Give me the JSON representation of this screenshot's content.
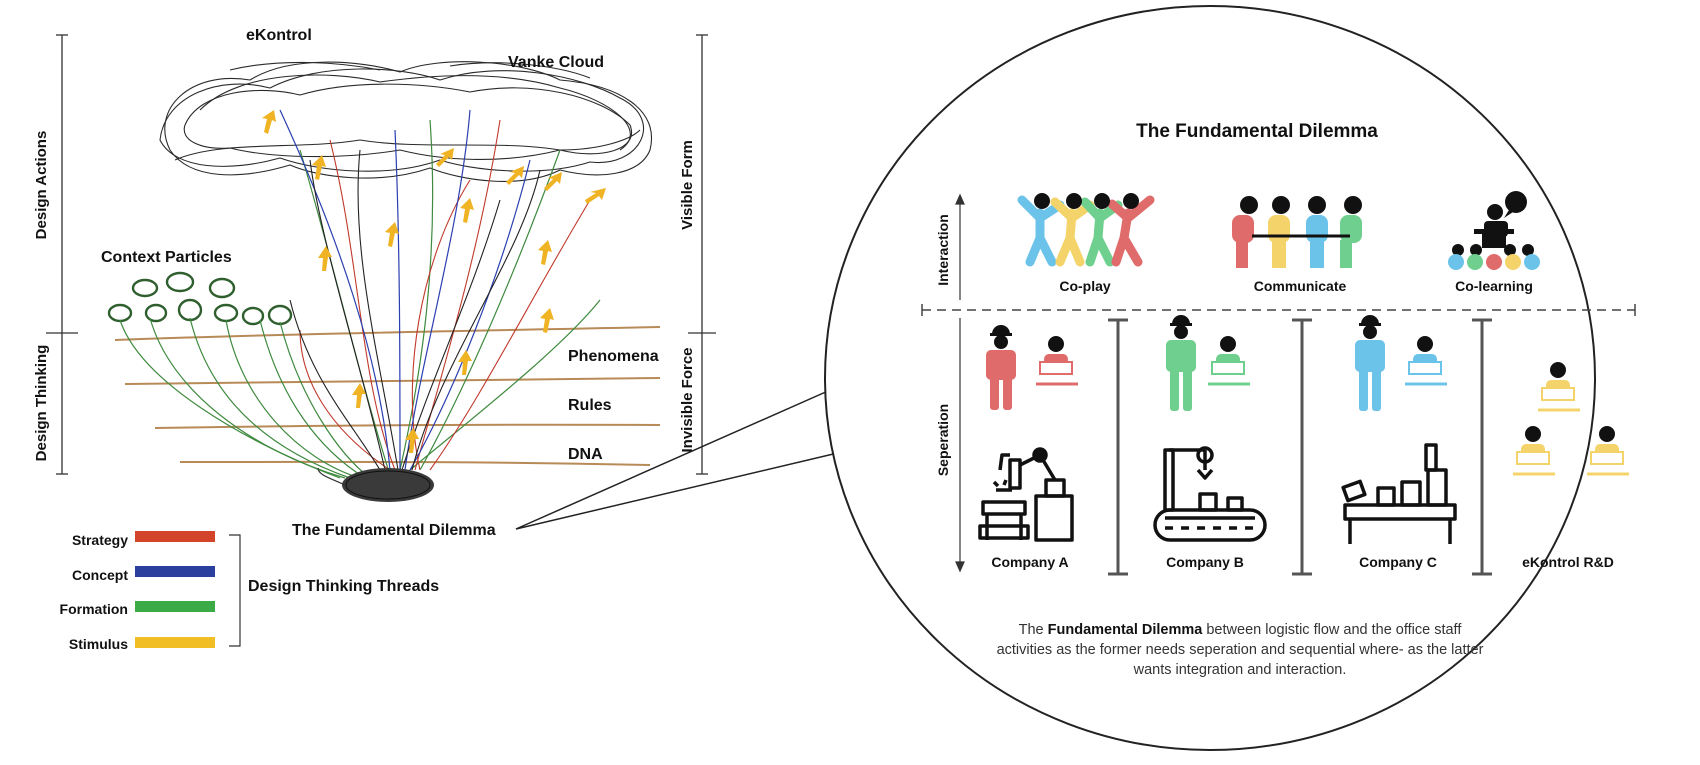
{
  "left": {
    "top_labels": {
      "ekontrol": "eKontrol",
      "vanke_cloud": "Vanke Cloud"
    },
    "context_particles": "Context Particles",
    "side_labels": {
      "design_actions": "Design Actions",
      "design_thinking": "Design Thinking",
      "visible_form": "Visible Form",
      "invisible_force": "Invisible Force"
    },
    "layers": [
      "Phenomena",
      "Rules",
      "DNA"
    ],
    "dilemma_label": "The Fundamental Dilemma",
    "legend": {
      "items": [
        {
          "label": "Strategy",
          "color": "#d2452b"
        },
        {
          "label": "Concept",
          "color": "#2a3f9e"
        },
        {
          "label": "Formation",
          "color": "#3bab48"
        },
        {
          "label": "Stimulus",
          "color": "#f2be25"
        }
      ],
      "group_label": "Design Thinking Threads"
    }
  },
  "right": {
    "title": "The Fundamental Dilemma",
    "axis_labels": {
      "interaction": "Interaction",
      "separation": "Seperation"
    },
    "interaction_items": [
      "Co-play",
      "Communicate",
      "Co-learning"
    ],
    "companies": [
      "Company A",
      "Company B",
      "Company C",
      "eKontrol R&D"
    ],
    "caption": {
      "pre": "The ",
      "bold": "Fundamental Dilemma",
      "post": " between logistic flow and the office staff activities as the former needs seperation and sequential where- as the latter wants integration and interaction."
    },
    "colors": {
      "red": "#e06b6b",
      "yellow": "#f4d46a",
      "green": "#6fcf8f",
      "blue": "#6cc3ea"
    }
  }
}
